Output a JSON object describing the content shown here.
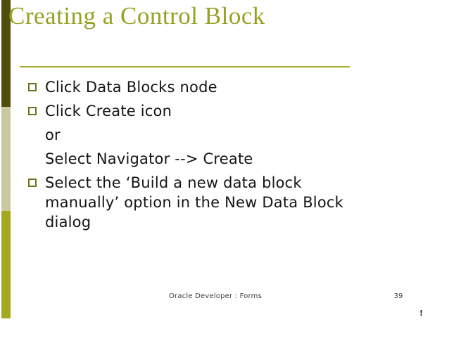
{
  "slide": {
    "title": "Creating a Control Block",
    "bullets": [
      {
        "bulleted": true,
        "text": "Click Data Blocks node"
      },
      {
        "bulleted": true,
        "text": "Click Create icon"
      },
      {
        "bulleted": false,
        "text": "or"
      },
      {
        "bulleted": false,
        "text": "Select Navigator --> Create"
      },
      {
        "bulleted": true,
        "lines": [
          "Select the ‘Build a new data block",
          "manually’ option in the New Data Block",
          "dialog"
        ]
      }
    ],
    "footer": {
      "center_text": "Oracle Developer : Forms",
      "page_number": "39",
      "artifact": "!"
    },
    "colors": {
      "title": "#94a223",
      "rule": "#a6ab2e",
      "bullet_border": "#71711c",
      "bar_top": "#514e0d",
      "bar_middle": "#c9c9a1",
      "bar_bottom": "#a4a81f",
      "body_text": "#141414",
      "footer_text": "#404040"
    }
  }
}
